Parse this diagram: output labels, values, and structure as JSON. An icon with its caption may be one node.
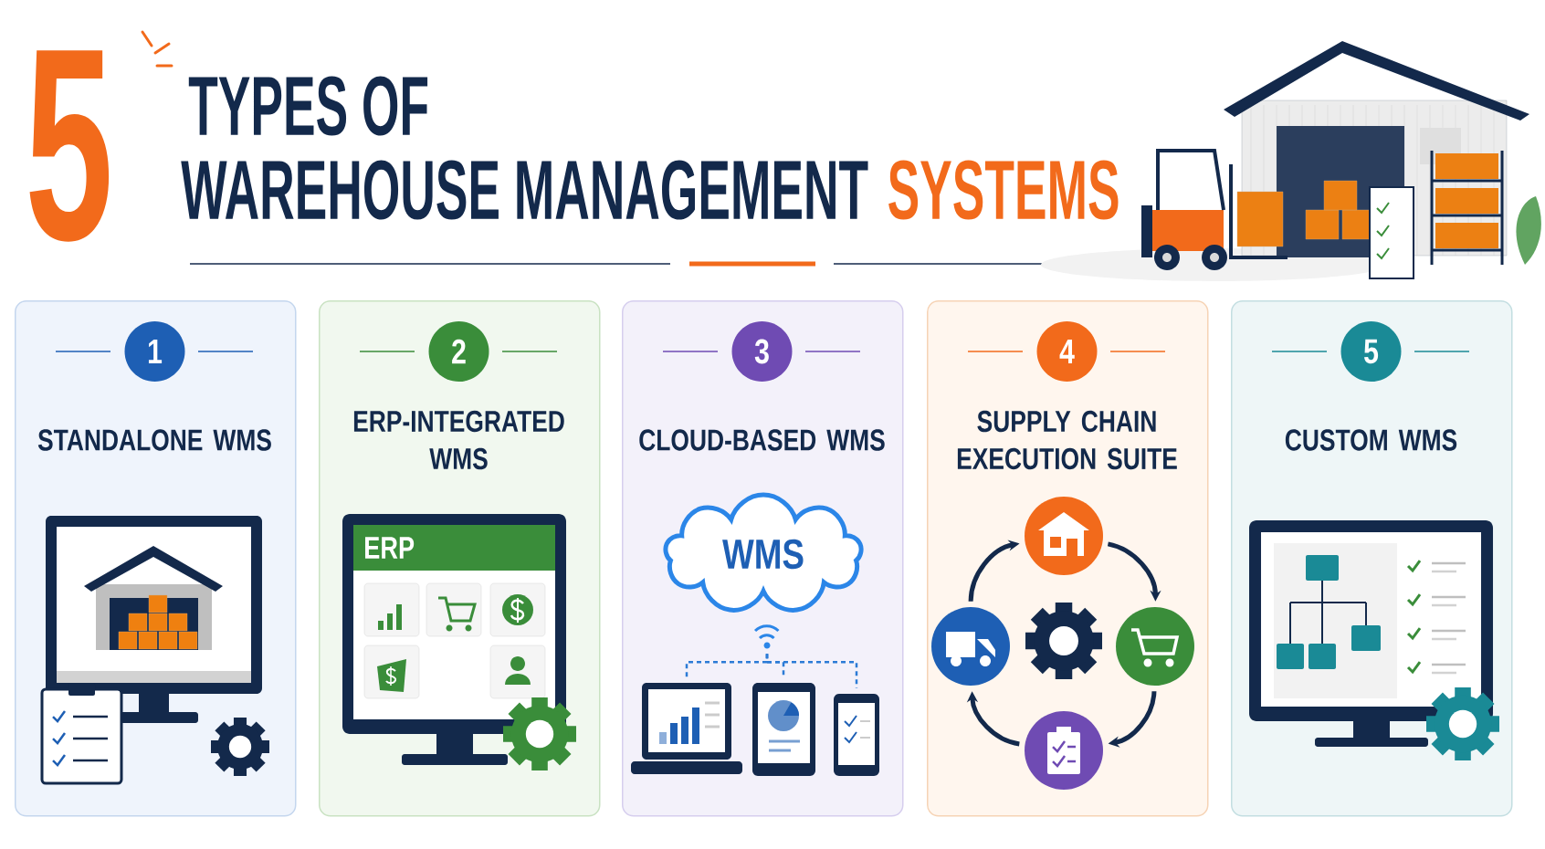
{
  "diagram": {
    "nodes": [
      {
        "text": [
          "1",
          "STANDALONE WMS"
        ]
      },
      {
        "text": [
          "2",
          "ERP-INTEGRATED WMS"
        ]
      },
      {
        "text": [
          "3",
          "CLOUD-BASED WMS"
        ]
      },
      {
        "text": [
          "4",
          "SUPPLY CHAIN EXECUTION SUITE"
        ]
      },
      {
        "text": [
          "5",
          "CUSTOM WMS"
        ]
      },
      {
        "text": [
          "WMS"
        ],
        "in": 2
      },
      {
        "text": [],
        "shape": "picture",
        "in": 2
      },
      {
        "text": [],
        "shape": "picture",
        "in": 2
      },
      {
        "text": [],
        "shape": "picture",
        "in": 2
      },
      {
        "text": [],
        "shape": "picture",
        "in": 2
      },
      {
        "text": [],
        "shape": "circle",
        "in": 3
      },
      {
        "text": [],
        "shape": "circle",
        "in": 3
      },
      {
        "text": [],
        "shape": "circle",
        "in": 3
      },
      {
        "text": [],
        "shape": "circle",
        "in": 3
      }
    ],
    "edges": [
      {
        "from": 6,
        "to": 7,
        "arrow": "none",
        "style": "dashed",
        "color": "#2b7bd6"
      },
      {
        "from": 6,
        "to": 8,
        "arrow": "none",
        "style": "dashed",
        "color": "#2b7bd6"
      },
      {
        "from": 6,
        "to": 9,
        "arrow": "none",
        "style": "dashed",
        "color": "#2b7bd6"
      },
      {
        "from": 10,
        "to": 12,
        "arrow": "to"
      },
      {
        "from": 12,
        "to": 13,
        "arrow": "to"
      },
      {
        "from": 13,
        "to": 11,
        "arrow": "to"
      },
      {
        "from": 11,
        "to": 10,
        "arrow": "to"
      }
    ],
    "labels": [
      "5",
      "TYPES OF",
      "WAREHOUSE MANAGEMENT",
      "SYSTEMS",
      "ERP"
    ]
  }
}
